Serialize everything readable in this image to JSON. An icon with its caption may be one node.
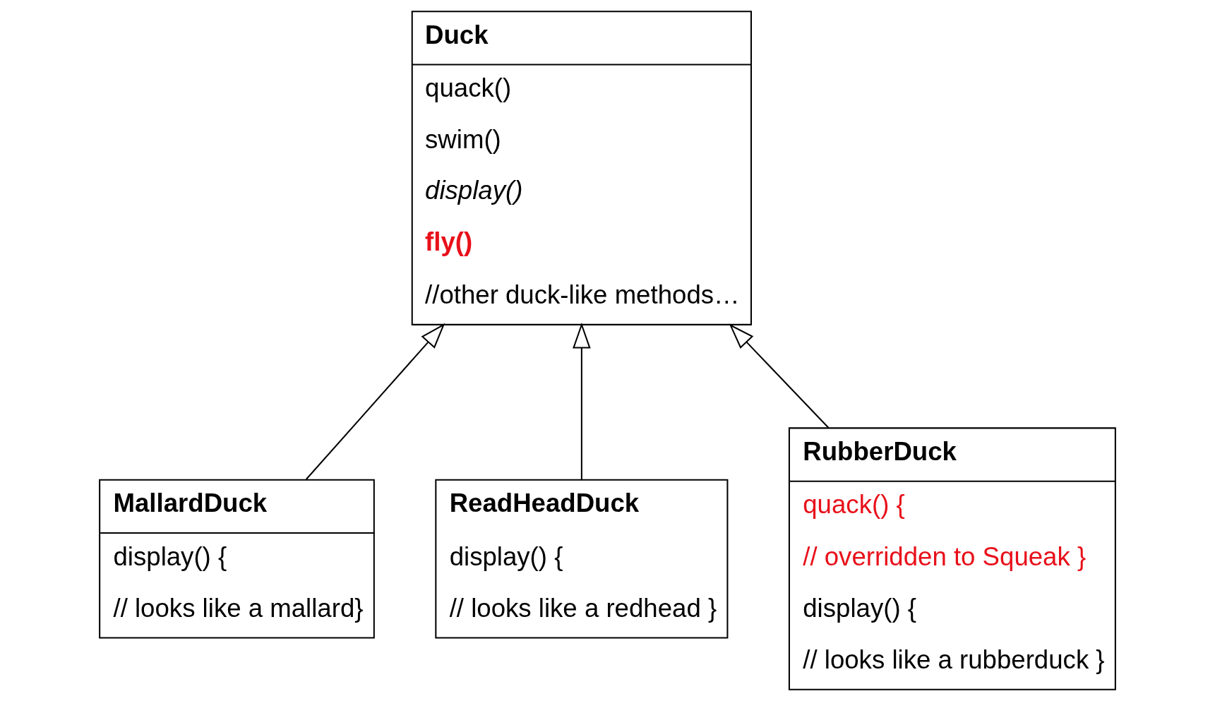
{
  "diagram": {
    "nodes": [
      {
        "text": [
          "Duck",
          "quack()",
          "swim()",
          "display()",
          "fly()",
          "//other duck-like methods…"
        ]
      },
      {
        "text": [
          "MallardDuck",
          "display() {",
          "// looks like a mallard}"
        ]
      },
      {
        "text": [
          "ReadHeadDuck",
          "display() {",
          "// looks like a redhead }"
        ]
      },
      {
        "text": [
          "RubberDuck",
          "quack() {",
          "// overridden to Squeak }",
          "display() {",
          "// looks like a rubberduck }"
        ]
      }
    ],
    "edges": [
      {
        "from": 1,
        "to": 0,
        "arrow": "to"
      },
      {
        "from": 2,
        "to": 0,
        "arrow": "to"
      },
      {
        "from": 3,
        "to": 0,
        "arrow": "to"
      }
    ]
  }
}
